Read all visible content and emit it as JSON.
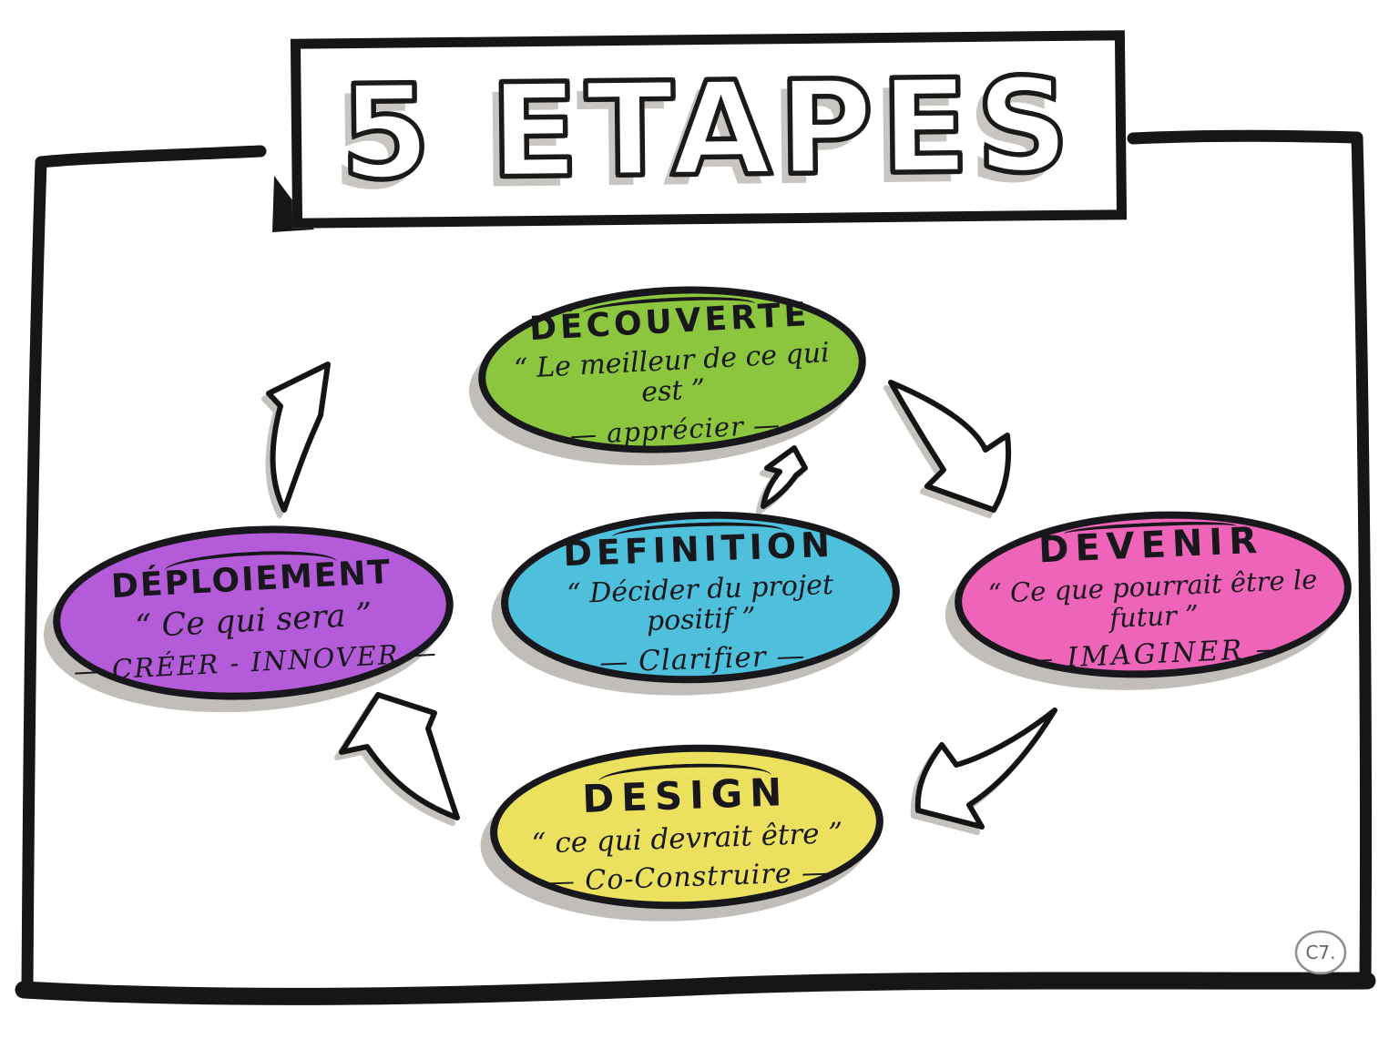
{
  "banner": {
    "title": "5 ETAPES"
  },
  "signature": "C7.",
  "colors": {
    "ink": "#161616",
    "shadow_gray": "#c1beba"
  },
  "stages": [
    {
      "id": "decouverte",
      "name": "DÉCOUVERTE",
      "quote": "“ Le meilleur de ce qui est ”",
      "keyword": "— apprécier —",
      "color": "#8cc63e"
    },
    {
      "id": "devenir",
      "name": "DEVENIR",
      "quote": "“ Ce que pourrait être le futur ”",
      "keyword": "— IMAGINER —",
      "color": "#ed64b8"
    },
    {
      "id": "design",
      "name": "DESIGN",
      "quote": "“ ce qui devrait être ”",
      "keyword": "— Co-Construire —",
      "color": "#ece15f"
    },
    {
      "id": "deploiement",
      "name": "DÉPLOIEMENT",
      "quote": "“ Ce qui sera ”",
      "keyword": "— CRÉER - INNOVER —",
      "color": "#b45bd9"
    },
    {
      "id": "definition",
      "name": "DEFINITION",
      "quote": "“ Décider du projet positif ”",
      "keyword": "— Clarifier —",
      "color": "#4fc0dc"
    }
  ]
}
